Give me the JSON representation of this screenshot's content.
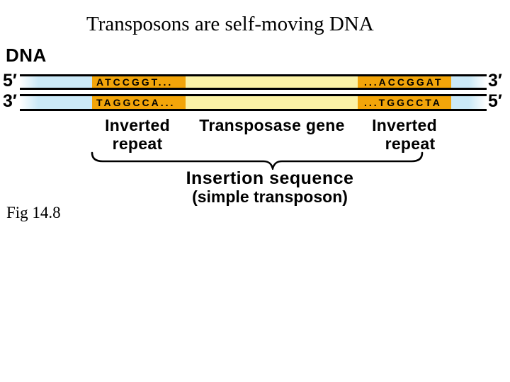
{
  "colors": {
    "strand-blue": "#cbe9f7",
    "repeat-orange": "#f2a50a",
    "gene-yellow": "#fbf2a6"
  },
  "slide": {
    "title": "Transposons are self-moving DNA",
    "figure_caption": "Fig 14.8"
  },
  "diagram": {
    "dna_label": "DNA",
    "top_strand": {
      "left_end": "5′",
      "right_end": "3′",
      "left_repeat_seq": "ATCCGGT...",
      "right_repeat_seq": "...ACCGGAT"
    },
    "bottom_strand": {
      "left_end": "3′",
      "right_end": "5′",
      "left_repeat_seq": "TAGGCCA...",
      "right_repeat_seq": "...TGGCCTA"
    },
    "labels": {
      "left_inverted_repeat": {
        "line1": "Inverted",
        "line2": "repeat"
      },
      "transposase_gene": "Transposase gene",
      "right_inverted_repeat": {
        "line1": "Inverted",
        "line2": "repeat"
      }
    },
    "brace_caption": {
      "line1": "Insertion sequence",
      "line2": "(simple transposon)"
    }
  }
}
